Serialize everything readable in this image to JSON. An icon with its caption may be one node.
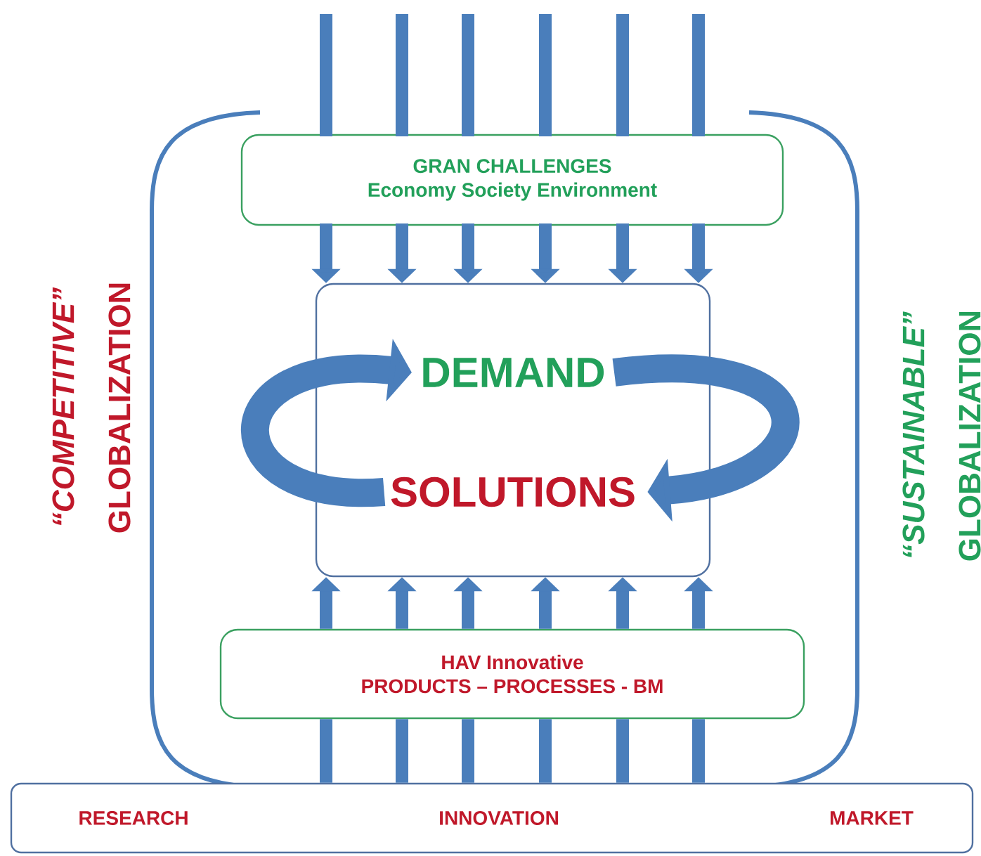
{
  "diagram": {
    "nodes": [
      {
        "text": [
          "GRAN CHALLENGES",
          "Economy  Society Environment"
        ]
      },
      {
        "text": [],
        "shape": "box"
      },
      {
        "text": [
          "DEMAND"
        ],
        "in": 1
      },
      {
        "text": [
          "SOLUTIONS"
        ],
        "in": 1
      },
      {
        "text": [
          "HAV  Innovative",
          "PRODUCTS – PROCESSES - BM"
        ]
      },
      {
        "text": [
          "RESEARCH",
          "INNOVATION",
          "MARKET"
        ]
      }
    ],
    "edges": [
      {
        "from": null,
        "to": 1,
        "arrow": "to"
      },
      {
        "from": null,
        "to": 1,
        "arrow": "to"
      },
      {
        "from": null,
        "to": 1,
        "arrow": "to"
      },
      {
        "from": null,
        "to": 1,
        "arrow": "to"
      },
      {
        "from": null,
        "to": 1,
        "arrow": "to"
      },
      {
        "from": null,
        "to": 1,
        "arrow": "to"
      },
      {
        "from": 2,
        "to": 3,
        "arrow": "to",
        "style": "thick"
      },
      {
        "from": 3,
        "to": 2,
        "arrow": "to",
        "style": "thick"
      },
      {
        "from": 5,
        "to": 4,
        "arrow": "none"
      },
      {
        "from": 5,
        "to": 4,
        "arrow": "none"
      },
      {
        "from": 5,
        "to": 4,
        "arrow": "none"
      },
      {
        "from": 5,
        "to": 4,
        "arrow": "none"
      },
      {
        "from": 5,
        "to": 4,
        "arrow": "none"
      },
      {
        "from": 5,
        "to": 4,
        "arrow": "none"
      },
      {
        "from": 4,
        "to": 1,
        "arrow": "to"
      },
      {
        "from": 4,
        "to": 1,
        "arrow": "to"
      },
      {
        "from": 4,
        "to": 1,
        "arrow": "to"
      },
      {
        "from": 4,
        "to": 1,
        "arrow": "to"
      },
      {
        "from": 4,
        "to": 1,
        "arrow": "to"
      },
      {
        "from": 4,
        "to": 1,
        "arrow": "to"
      }
    ],
    "labels": [
      "“COMPETITIVE”",
      "GLOBALIZATION",
      "“SUSTAINABLE”",
      "GLOBALIZATION"
    ]
  }
}
